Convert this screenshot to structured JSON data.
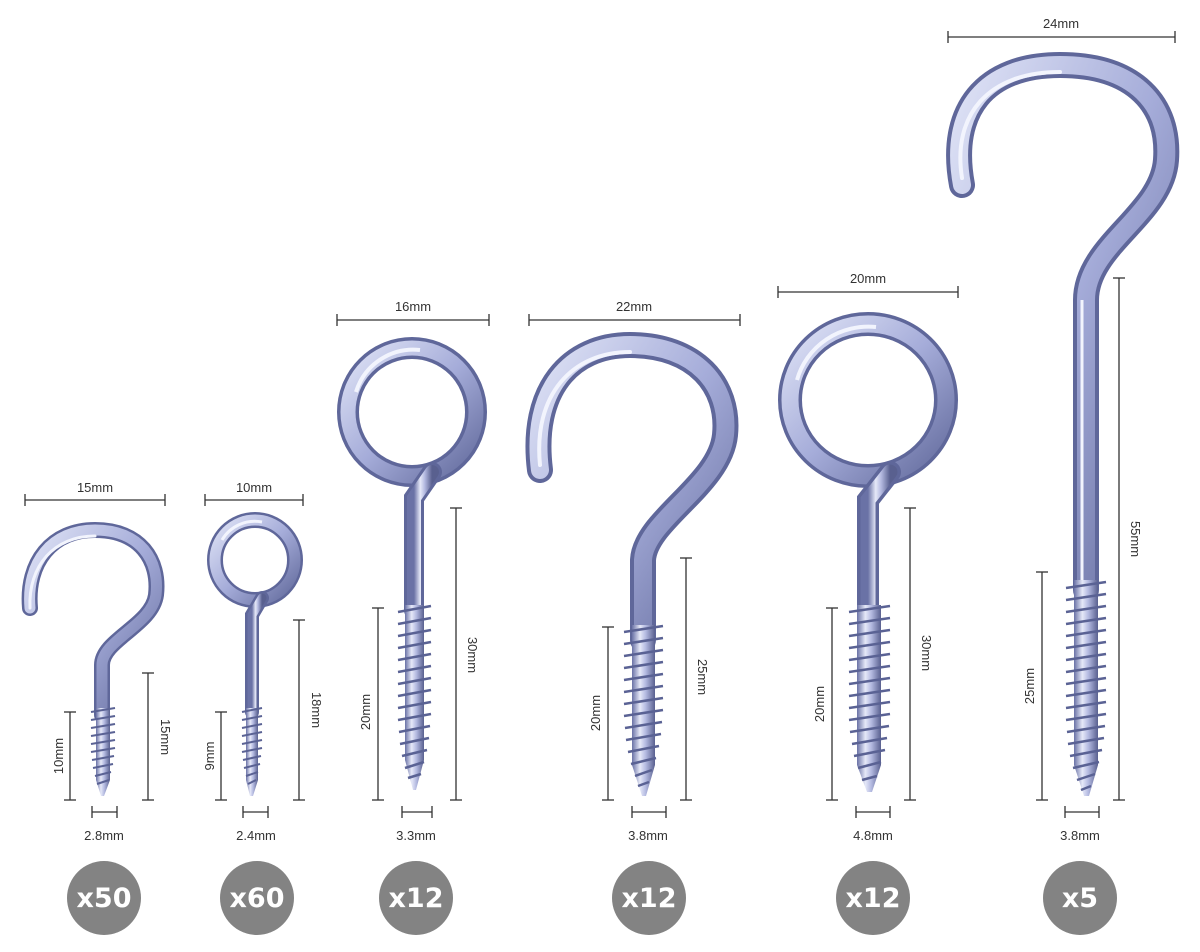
{
  "items": [
    {
      "type": "hook",
      "width": "15mm",
      "thread": "10mm",
      "length": "15mm",
      "diameter": "2.8mm",
      "quantity": "x50"
    },
    {
      "type": "eye",
      "width": "10mm",
      "thread": "9mm",
      "length": "18mm",
      "diameter": "2.4mm",
      "quantity": "x60"
    },
    {
      "type": "eye",
      "width": "16mm",
      "thread": "20mm",
      "length": "30mm",
      "diameter": "3.3mm",
      "quantity": "x12"
    },
    {
      "type": "hook",
      "width": "22mm",
      "thread": "20mm",
      "length": "25mm",
      "diameter": "3.8mm",
      "quantity": "x12"
    },
    {
      "type": "eye",
      "width": "20mm",
      "thread": "20mm",
      "length": "30mm",
      "diameter": "4.8mm",
      "quantity": "x12"
    },
    {
      "type": "hook",
      "width": "24mm",
      "thread": "25mm",
      "length": "55mm",
      "diameter": "3.8mm",
      "quantity": "x5"
    }
  ],
  "colors": {
    "metal_light": "#e4e8f7",
    "metal_mid": "#a9b0dc",
    "metal_dark": "#5a6294",
    "badge": "#838383",
    "dim_line": "#333333"
  }
}
